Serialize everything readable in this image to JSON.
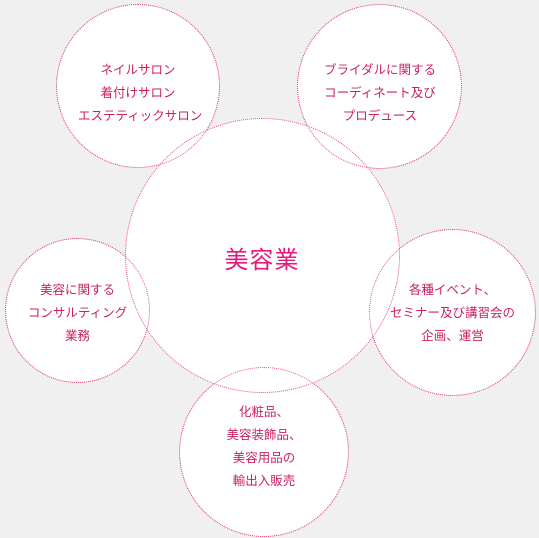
{
  "diagram": {
    "center": {
      "label": "美容業"
    },
    "nodes": [
      {
        "id": "nail",
        "lines": [
          "ネイルサロン",
          "着付けサロン",
          "エステティックサロン"
        ]
      },
      {
        "id": "bridal",
        "lines": [
          "ブライダルに関する",
          "コーディネート及び",
          "プロデュース"
        ]
      },
      {
        "id": "consulting",
        "lines": [
          "美容に関する",
          "コンサルティング",
          "業務"
        ]
      },
      {
        "id": "events",
        "lines": [
          "各種イベント、",
          "セミナー及び講習会の",
          "企画、運営"
        ]
      },
      {
        "id": "products",
        "lines": [
          "化粧品、",
          "美容装飾品、",
          "美容用品の",
          "輸出入販売"
        ]
      }
    ],
    "colors": {
      "circle_border": "#e2507e",
      "text": "#cc1f64",
      "center_text": "#e6197a",
      "background": "#f0f0f0"
    }
  }
}
